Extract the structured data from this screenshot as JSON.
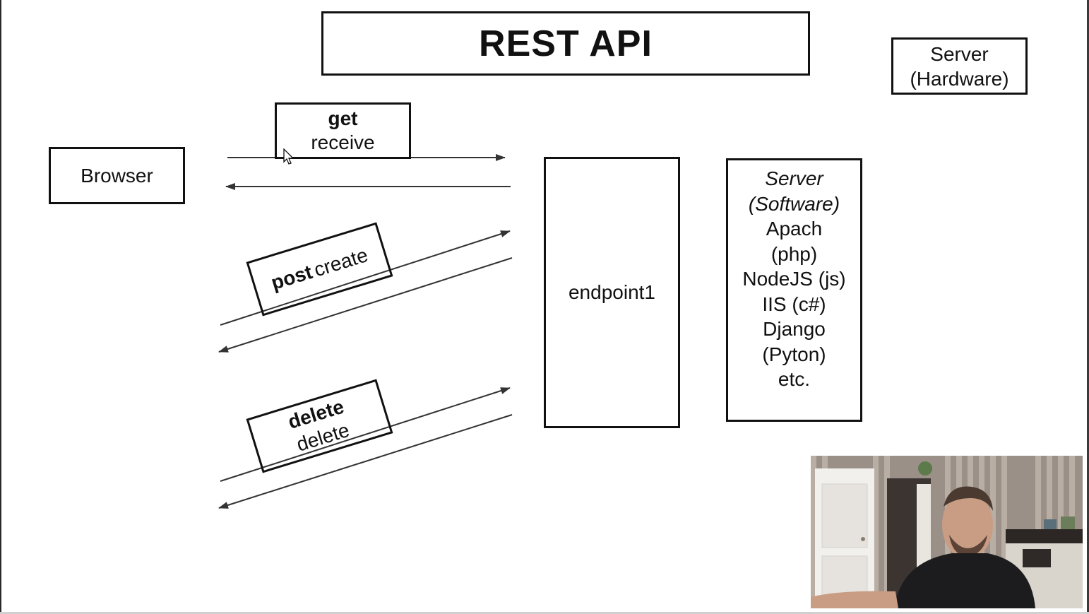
{
  "title": "REST API",
  "server_hardware": {
    "line1": "Server",
    "line2": "(Hardware)"
  },
  "browser": "Browser",
  "methods": {
    "get": {
      "verb": "get",
      "action": "receive"
    },
    "post": {
      "verb": "post",
      "action": "create"
    },
    "delete": {
      "verb": "delete",
      "action": "delete"
    }
  },
  "endpoint": "endpoint1",
  "server_software": {
    "heading1": "Server",
    "heading2": "(Software)",
    "items": [
      "Apach",
      "(php)",
      "NodeJS (js)",
      "IIS (c#)",
      "Django",
      "(Pyton)",
      "etc."
    ]
  },
  "colors": {
    "stroke": "#111111",
    "arrow": "#333333",
    "background": "#ffffff"
  }
}
